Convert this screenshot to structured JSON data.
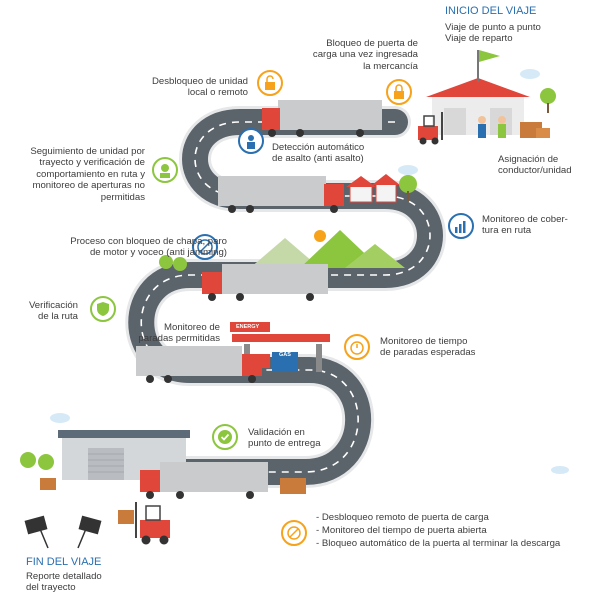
{
  "start": {
    "title": "INICIO DEL VIAJE",
    "items": [
      "Viaje de punto a punto",
      "Viaje de reparto"
    ]
  },
  "labels": {
    "bloqueo_puerta": "Bloqueo de puerta de\ncarga una vez ingresada\nla mercancía",
    "desbloqueo_unidad": "Desbloqueo de unidad\nlocal o remoto",
    "deteccion_asalto": "Detección automático\nde asalto (anti asalto)",
    "asignacion": "Asignación de\nconductor/unidad",
    "seguimiento": "Seguimiento de unidad por\ntrayecto y verificación de\ncomportamiento en ruta y\nmonitoreo de aperturas no\npermitidas",
    "cobertura": "Monitoreo de cober-\ntura en ruta",
    "proceso_bloqueo": "Proceso con bloqueo de chapa, paro\nde motor y voceo (anti jamming)",
    "verificacion_ruta": "Verificación\nde la ruta",
    "paradas_permitidas": "Monitoreo de\nparadas permitidas",
    "tiempo_paradas": "Monitoreo de tiempo\nde paradas esperadas",
    "validacion_entrega": "Validación en\npunto de entrega"
  },
  "delivery_items": [
    "- Desbloqueo remoto de puerta de carga",
    "- Monitoreo del tiempo de puerta abierta",
    "- Bloqueo automático de la puerta al terminar la descarga"
  ],
  "end": {
    "title": "FIN DEL VIAJE",
    "subtitle": "Reporte detallado\ndel trayecto"
  },
  "signs": {
    "energy": "ENERGY",
    "gas": "GAS"
  },
  "colors": {
    "road": "#5b636b",
    "road_edge": "#e6e6e6",
    "lane": "#ffffff",
    "green": "#8cc63f",
    "orange": "#f7a21b",
    "blue": "#2a6fb0",
    "red_truck": "#e0463a",
    "trailer": "#c9cbcd"
  }
}
